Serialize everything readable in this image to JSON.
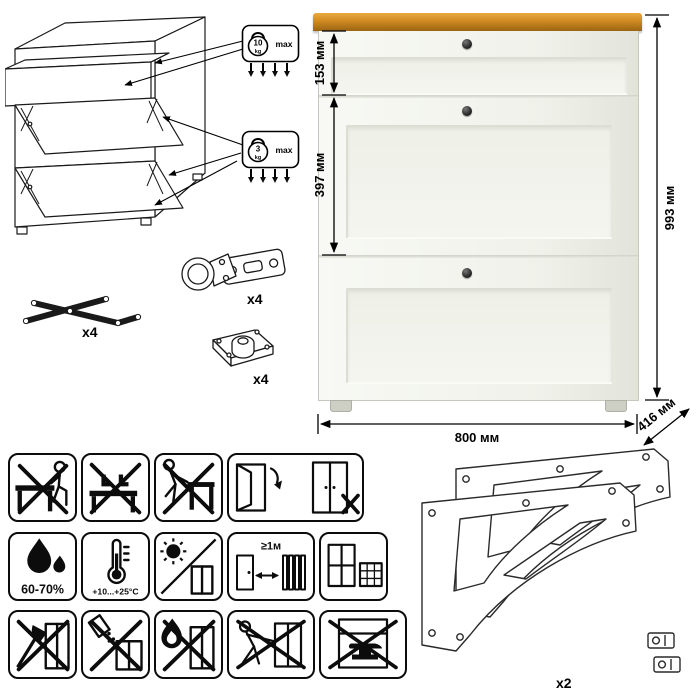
{
  "product": {
    "dimensions": {
      "drawer_height": "153 мм",
      "flap_height": "397 мм",
      "total_height": "993 мм",
      "width": "800 мм",
      "depth": "416 мм"
    },
    "load_limits": {
      "drawer_value": "10",
      "drawer_unit": "kg",
      "drawer_max": "max",
      "flap_value": "3",
      "flap_unit": "kg",
      "flap_max": "max"
    },
    "quantities": {
      "lift_arms": "x4",
      "hinges": "x4",
      "mount_plates": "x4",
      "side_frames": "x2"
    }
  },
  "care": {
    "humidity": "60-70%",
    "temperature": "+10...+25°C",
    "heater_distance": "≥1м"
  },
  "colors": {
    "wood_top": "#c8821c",
    "cabinet_body": "#f3f4ee",
    "outline": "#111111"
  }
}
